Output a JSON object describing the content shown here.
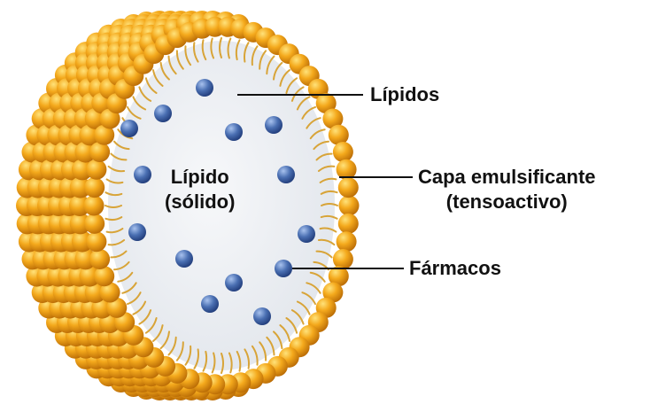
{
  "labels": {
    "lipidos": "Lípidos",
    "lipido_solido_line1": "Lípido",
    "lipido_solido_line2": "(sólido)",
    "capa_line1": "Capa emulsificante",
    "capa_line2": "(tensoactivo)",
    "farmacos": "Fármacos"
  },
  "colors": {
    "shell_bead": "#f0a418",
    "shell_bead_highlight": "#ffd95a",
    "shell_bead_shadow": "#b56d06",
    "core_fill": "#eceff3",
    "drug_particle": "#3f63a8",
    "tail": "#d8a438",
    "leader_line": "#111111"
  }
}
